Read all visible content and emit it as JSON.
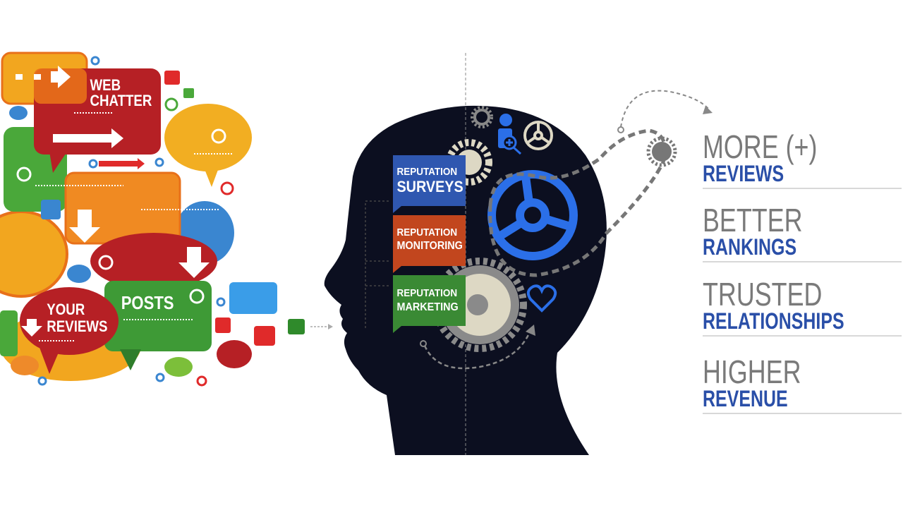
{
  "bubbles": {
    "web_chatter": [
      "WEB",
      "CHATTER"
    ],
    "posts": "POSTS",
    "your_reviews": [
      "YOUR",
      "REVIEWS"
    ]
  },
  "head_labels": [
    {
      "line1": "REPUTATION",
      "line2": "SURVEYS",
      "color": "#2f57b0"
    },
    {
      "line1": "REPUTATION",
      "line2": "MONITORING",
      "color": "#c2461e"
    },
    {
      "line1": "REPUTATION",
      "line2": "MARKETING",
      "color": "#3a8a34"
    }
  ],
  "benefits": [
    {
      "line1": "MORE (+)",
      "line2": "REVIEWS"
    },
    {
      "line1": "BETTER",
      "line2": "RANKINGS"
    },
    {
      "line1": "TRUSTED",
      "line2": "RELATIONSHIPS"
    },
    {
      "line1": "HIGHER",
      "line2": "REVENUE"
    }
  ],
  "colors": {
    "head": "#0c0f20",
    "blue": "#2b6fe8",
    "gray_text": "#7a7a7a",
    "blue_text": "#2a4fa8"
  }
}
